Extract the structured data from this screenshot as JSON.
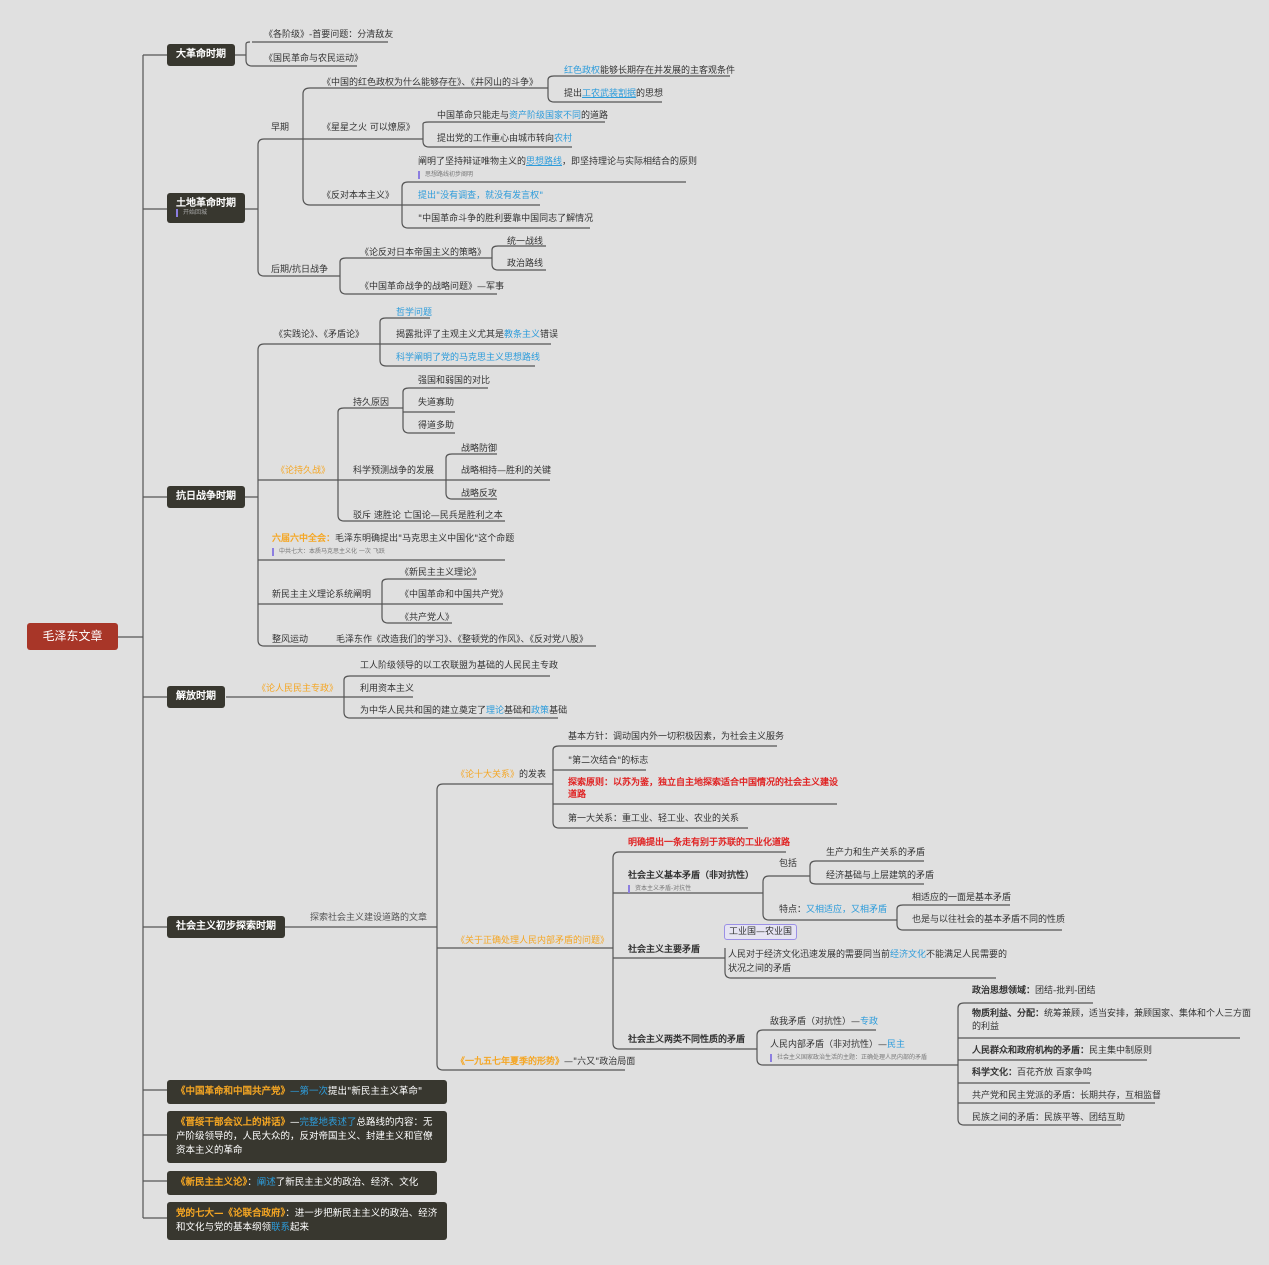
{
  "root": {
    "label": "毛泽东文章",
    "color": "#a83628"
  },
  "colors": {
    "branch_bg": "#38372f",
    "accent_orange": "#f5a623",
    "accent_blue": "#2d9cdb",
    "accent_red": "#e02424",
    "note_bar": "#8c7ee0",
    "background": "#e0e0e0",
    "line": "#555555"
  },
  "p1": {
    "label": "大革命时期",
    "items": [
      "《各阶级》-首要问题：分清敌友",
      "《国民革命与农民运动》"
    ]
  },
  "p2": {
    "label": "土地革命时期",
    "note": "开始回城",
    "early": {
      "label": "早期",
      "a1": {
        "label": "《中国的红色政权为什么能够存在》、《井冈山的斗争》",
        "c1a": "红色政权",
        "c1b": "能够长期存在并发展的主客观条件",
        "c2a": "提出",
        "c2b": "工农武装割据",
        "c2c": "的思想"
      },
      "a2": {
        "label": "《星星之火 可以燎原》",
        "c1a": "中国革命只能走与",
        "c1b": "资产阶级国家不同",
        "c1c": "的道路",
        "c2a": "提出党的工作重心由城市转向",
        "c2b": "农村"
      },
      "a3": {
        "label": "《反对本本主义》",
        "c1a": "阐明了坚持辩证唯物主义的",
        "c1b": "思想路线",
        "c1c": "，即坚持理论与实际相结合的原则",
        "c1note": "思想路线初步阐明",
        "c2": "提出\"没有调查，就没有发言权\"",
        "c3": "\"中国革命斗争的胜利要靠中国同志了解情况"
      }
    },
    "late": {
      "label": "后期/抗日战争",
      "a1": {
        "label": "《论反对日本帝国主义的策略》",
        "c1": "统一战线",
        "c2": "政治路线"
      },
      "a2": "《中国革命战争的战略问题》—军事"
    }
  },
  "p3": {
    "label": "抗日战争时期",
    "s1": {
      "label": "《实践论》、《矛盾论》",
      "c1": "哲学问题",
      "c2a": "揭露批评了主观主义尤其是",
      "c2b": "教条主义",
      "c2c": "错误",
      "c3": "科学阐明了党的马克思主义思想路线"
    },
    "s2": {
      "label": "《论持久战》",
      "r1": {
        "label": "持久原因",
        "c": [
          "强国和弱国的对比",
          "失道寡助",
          "得道多助"
        ]
      },
      "r2": {
        "label": "科学预测战争的发展",
        "c": [
          "战略防御",
          "战略相持—胜利的关键",
          "战略反攻"
        ]
      },
      "r3": "驳斥 速胜论 亡国论—民兵是胜利之本"
    },
    "s3": {
      "a": "六届六中全会：",
      "b": "毛泽东明确提出\"马克思主义中国化\"这个命题",
      "note": "中共七大：本质马克思主义化 一次 飞跃"
    },
    "s4": {
      "label": "新民主主义理论系统阐明",
      "c": [
        "《新民主主义理论》",
        "《中国革命和中国共产党》",
        "《共产党人》"
      ]
    },
    "s5": {
      "label": "整风运动",
      "c": "毛泽东作《改造我们的学习》、《整顿党的作风》、《反对党八股》"
    }
  },
  "p4": {
    "label": "解放时期",
    "article": "《论人民民主专政》",
    "c1": "工人阶级领导的以工农联盟为基础的人民民主专政",
    "c2": "利用资本主义",
    "c3a": "为中华人民共和国的建立奠定了",
    "c3b": "理论",
    "c3c": "基础和",
    "c3d": "政策",
    "c3e": "基础"
  },
  "p5": {
    "label": "社会主义初步探索时期",
    "edge": "探索社会主义建设道路的文章",
    "a1": {
      "title": "《论十大关系》",
      "suffix": "的发表",
      "c1": "基本方针：调动国内外一切积极因素，为社会主义服务",
      "c2": "\"第二次结合\"的标志",
      "c3": "探索原则：以苏为鉴，独立自主地探索适合中国情况的社会主义建设道路",
      "c4": "第一大关系：重工业、轻工业、农业的关系"
    },
    "a2": {
      "title": "《关于正确处理人民内部矛盾的问题》",
      "c0": "明确提出一条走有别于苏联的工业化道路",
      "basic": {
        "label": "社会主义基本矛盾（非对抗性）",
        "note": "资本主义矛盾-对抗性",
        "inc": "包括",
        "inc_c": [
          "生产力和生产关系的矛盾",
          "经济基础与上层建筑的矛盾"
        ],
        "feat_a": "特点：",
        "feat_b": "又相适应，又相矛盾",
        "feat_c": [
          "相适应的一面是基本矛盾",
          "也是与以往社会的基本矛盾不同的性质"
        ]
      },
      "main": {
        "label": "社会主义主要矛盾",
        "tag": "工业国—农业国",
        "c1a": "人民对于经济文化迅速发展的需要同当前",
        "c1b": "经济文化",
        "c1c": "不能满足人民需要的",
        "c1d": "状况之间的矛盾"
      },
      "two": {
        "label": "社会主义两类不同性质的矛盾",
        "e1a": "敌我矛盾（对抗性）—",
        "e1b": "专政",
        "e2a": "人民内部矛盾（非对抗性）—",
        "e2b": "民主",
        "e2note": "社会主义国家政治生活的主题：正确处理人民内部的矛盾",
        "items": [
          {
            "k": "政治思想领域：",
            "v": "团结-批判-团结"
          },
          {
            "k": "物质利益、分配：",
            "v": "统筹兼顾，适当安排，兼顾国家、集体和个人三方面",
            "v2": "的利益"
          },
          {
            "k": "人民群众和政府机构的矛盾：",
            "v": "民主集中制原则"
          },
          {
            "k": "科学文化：",
            "v": "百花齐放 百家争鸣"
          },
          {
            "k": "共产党和民主党派的矛盾：",
            "v": "长期共存，互相监督"
          },
          {
            "k": "民族之间的矛盾：",
            "v": "民族平等、团结互助"
          }
        ]
      }
    },
    "a3": {
      "title": "《一九五七年夏季的形势》",
      "suffix": "—\"六又\"政治局面"
    }
  },
  "b1": {
    "a": "《中国革命和中国共产党》",
    "b": "—",
    "c": "第一次",
    "d": "提出\"新民主主义革命\""
  },
  "b2": {
    "a": "《晋绥干部会议上的讲话》",
    "b": "—",
    "c": "完整地表述了",
    "d": "总路线的内容：无产阶级领导的，人民大众的，反对帝国主义、封建主义和官僚资本主义的革命"
  },
  "b3": {
    "a": "《新民主主义论》",
    "b": "：",
    "c": "阐述",
    "d": "了新民主主义的政治、经济、文化"
  },
  "b4": {
    "a": "党的七大—《论联合政府》",
    "b": "：进一步把新民主主义的政治、经济和文化与党的基本纲领",
    "c": "联系",
    "d": "起来"
  }
}
